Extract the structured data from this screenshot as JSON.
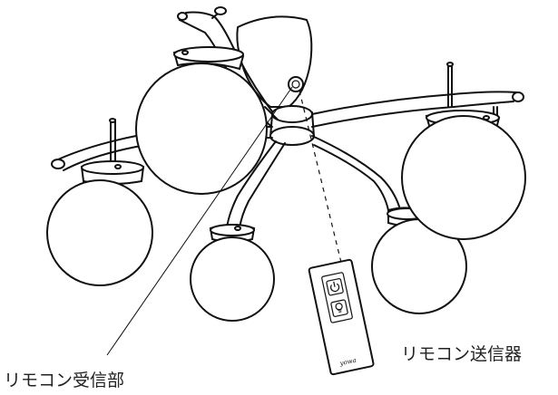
{
  "labels": {
    "receiver": "リモコン受信部",
    "transmitter": "リモコン送信器"
  },
  "remote": {
    "brand": "yowa"
  },
  "colors": {
    "ink": "#111111",
    "text": "#222222",
    "background": "#ffffff"
  }
}
